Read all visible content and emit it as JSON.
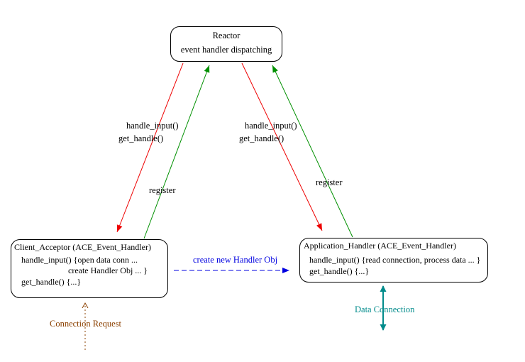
{
  "diagram": {
    "reactor": {
      "title": "Reactor",
      "subtitle": "event handler dispatching"
    },
    "client_acceptor": {
      "title": "Client_Acceptor (ACE_Event_Handler)",
      "body_line1": "handle_input() {open data conn ...",
      "body_line2": "create Handler Obj ... }",
      "body_line3": "get_handle() {...}"
    },
    "application_handler": {
      "title": "Application_Handler (ACE_Event_Handler)",
      "body_line1": "handle_input() {read connection, process data ... }",
      "body_line2": "get_handle() {...}"
    },
    "arrow_labels": {
      "left_dispatch_line1": "handle_input()",
      "left_dispatch_line2": "get_handle()",
      "right_dispatch_line1": "handle_input()",
      "right_dispatch_line2": "get_handle()",
      "left_register": "register",
      "right_register": "register",
      "create_handler": "create new Handler Obj",
      "connection_request": "Connection Request",
      "data_connection": "Data Connection"
    },
    "colors": {
      "dispatch_arrow": "#ee0000",
      "register_arrow": "#009000",
      "create_arrow": "#0000e0",
      "connection_request": "#8b4000",
      "data_connection": "#008b8b"
    }
  }
}
